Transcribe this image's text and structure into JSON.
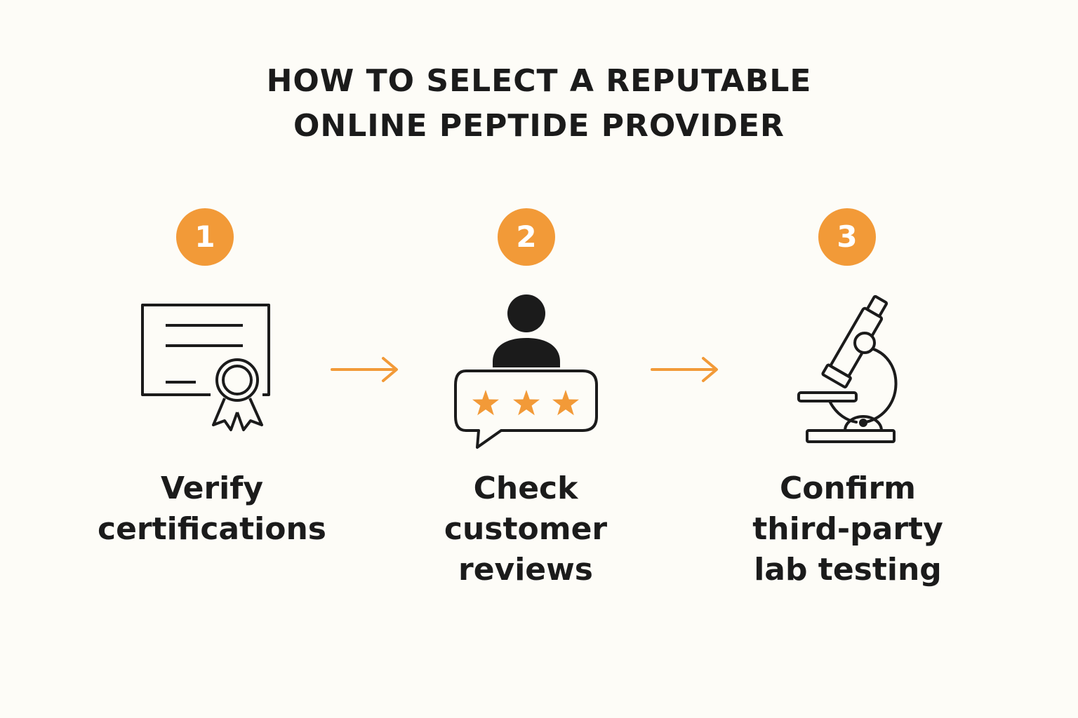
{
  "title": {
    "line1": "HOW TO SELECT A REPUTABLE",
    "line2": "ONLINE PEPTIDE PROVIDER"
  },
  "colors": {
    "accent": "#f29a38",
    "ink": "#1b1b1b",
    "background": "#fdfcf7"
  },
  "steps": [
    {
      "number": "1",
      "icon": "certificate-icon",
      "label_lines": [
        "Verify",
        "certifications"
      ]
    },
    {
      "number": "2",
      "icon": "customer-review-icon",
      "label_lines": [
        "Check",
        "customer",
        "reviews"
      ]
    },
    {
      "number": "3",
      "icon": "microscope-icon",
      "label_lines": [
        "Confirm",
        "third-party",
        "lab testing"
      ]
    }
  ]
}
